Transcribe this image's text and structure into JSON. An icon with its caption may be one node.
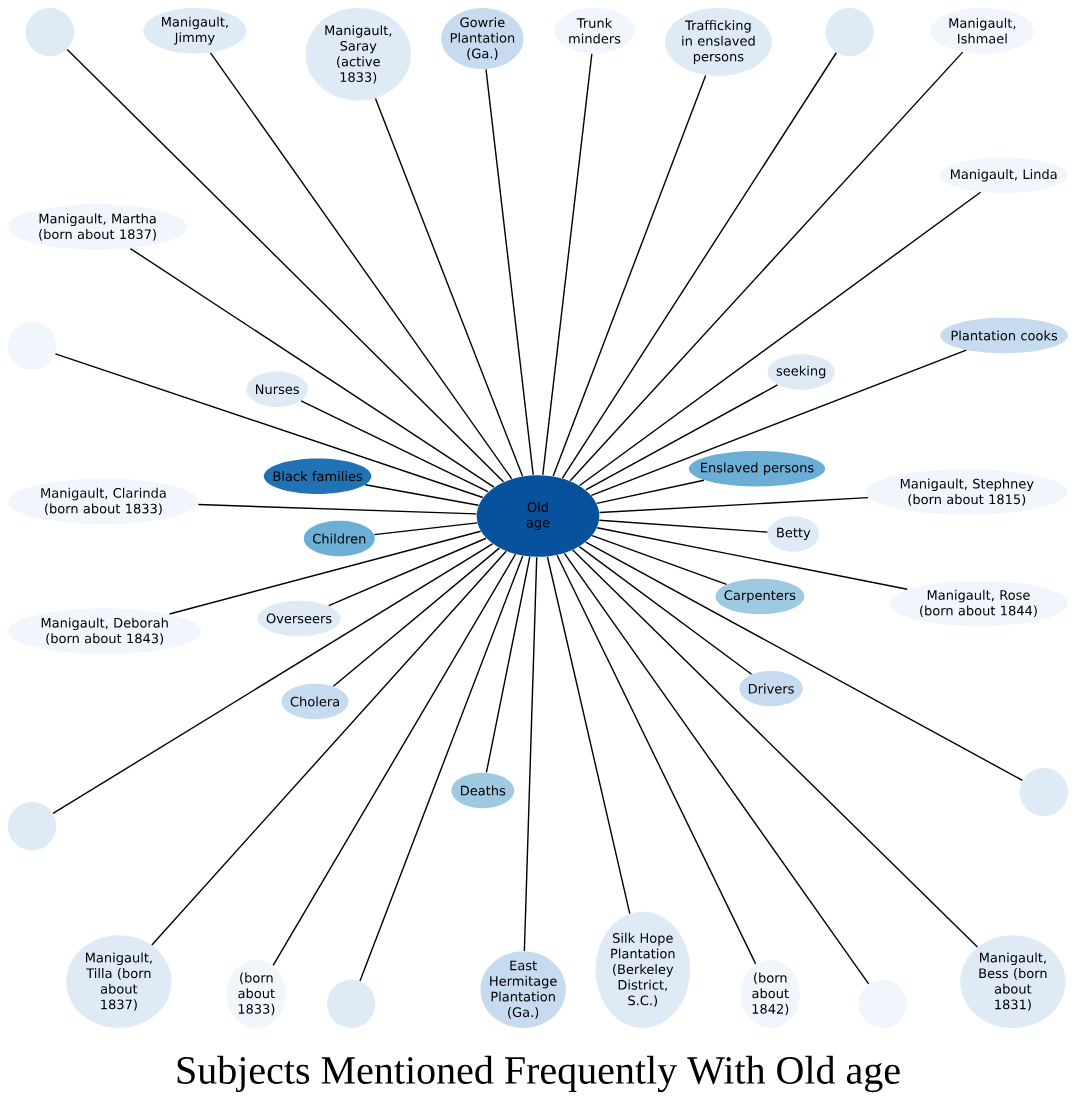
{
  "diagram": {
    "title": "Subjects Mentioned Frequently With Old age",
    "nodes": [
      {
        "text": [
          "Old age"
        ]
      },
      {
        "text": [
          "Black families"
        ]
      },
      {
        "text": [
          "Enslaved persons"
        ]
      },
      {
        "text": [
          "Children"
        ]
      },
      {
        "text": [
          "Carpenters"
        ]
      },
      {
        "text": [
          "Deaths"
        ]
      },
      {
        "text": [
          "Gowrie Plantation (Ga.)"
        ]
      },
      {
        "text": [
          "Plantation cooks"
        ]
      },
      {
        "text": [
          "Nurses"
        ]
      },
      {
        "text": [
          "Cholera"
        ]
      },
      {
        "text": [
          "Drivers"
        ]
      },
      {
        "text": [
          "East Hermitage Plantation (Ga.)"
        ]
      },
      {
        "text": [
          "Silk Hope Plantation (Berkeley District, S.C.)"
        ]
      },
      {
        "text": [
          "Trunk minders"
        ]
      },
      {
        "text": [
          "Trafficking in enslaved persons"
        ]
      },
      {
        "text": [
          "Manigault, Saray (active 1833)"
        ]
      },
      {
        "text": [
          "Manigault, Jimmy"
        ]
      },
      {
        "text": [],
        "shape": "circle"
      },
      {
        "text": [
          "Manigault, Martha (born about 1837)"
        ]
      },
      {
        "text": [],
        "shape": "circle"
      },
      {
        "text": [
          "Manigault, Clarinda (born about 1833)"
        ]
      },
      {
        "text": [
          "Overseers"
        ]
      },
      {
        "text": [
          "Manigault, Deborah (born about 1843)"
        ]
      },
      {
        "text": [],
        "shape": "circle"
      },
      {
        "text": [
          "Manigault, Tilla (born about 1837)"
        ]
      },
      {
        "text": [
          "(born about 1833)"
        ]
      },
      {
        "text": [],
        "shape": "circle"
      },
      {
        "text": [
          "(born about 1842)"
        ]
      },
      {
        "text": [],
        "shape": "circle"
      },
      {
        "text": [
          "Manigault, Bess (born about 1831)"
        ]
      },
      {
        "text": [],
        "shape": "circle"
      },
      {
        "text": [
          "Manigault, Rose (born about 1844)"
        ]
      },
      {
        "text": [
          "Betty"
        ]
      },
      {
        "text": [
          "seeking"
        ]
      },
      {
        "text": [
          "Manigault, Stephney (born about 1815)"
        ]
      },
      {
        "text": [
          "Manigault, Linda"
        ]
      },
      {
        "text": [
          "Manigault, Ishmael"
        ]
      },
      {
        "text": [],
        "shape": "circle"
      }
    ],
    "edges": [
      {
        "from": 0,
        "to": 1,
        "arrow": "none"
      },
      {
        "from": 0,
        "to": 2,
        "arrow": "none"
      },
      {
        "from": 0,
        "to": 3,
        "arrow": "none"
      },
      {
        "from": 0,
        "to": 4,
        "arrow": "none"
      },
      {
        "from": 0,
        "to": 5,
        "arrow": "none"
      },
      {
        "from": 0,
        "to": 6,
        "arrow": "none"
      },
      {
        "from": 0,
        "to": 7,
        "arrow": "none"
      },
      {
        "from": 0,
        "to": 8,
        "arrow": "none"
      },
      {
        "from": 0,
        "to": 9,
        "arrow": "none"
      },
      {
        "from": 0,
        "to": 10,
        "arrow": "none"
      },
      {
        "from": 0,
        "to": 11,
        "arrow": "none"
      },
      {
        "from": 0,
        "to": 12,
        "arrow": "none"
      },
      {
        "from": 0,
        "to": 13,
        "arrow": "none"
      },
      {
        "from": 0,
        "to": 14,
        "arrow": "none"
      },
      {
        "from": 0,
        "to": 15,
        "arrow": "none"
      },
      {
        "from": 0,
        "to": 16,
        "arrow": "none"
      },
      {
        "from": 0,
        "to": 17,
        "arrow": "none"
      },
      {
        "from": 0,
        "to": 18,
        "arrow": "none"
      },
      {
        "from": 0,
        "to": 19,
        "arrow": "none"
      },
      {
        "from": 0,
        "to": 20,
        "arrow": "none"
      },
      {
        "from": 0,
        "to": 21,
        "arrow": "none"
      },
      {
        "from": 0,
        "to": 22,
        "arrow": "none"
      },
      {
        "from": 0,
        "to": 23,
        "arrow": "none"
      },
      {
        "from": 0,
        "to": 24,
        "arrow": "none"
      },
      {
        "from": 0,
        "to": 25,
        "arrow": "none"
      },
      {
        "from": 0,
        "to": 26,
        "arrow": "none"
      },
      {
        "from": 0,
        "to": 27,
        "arrow": "none"
      },
      {
        "from": 0,
        "to": 28,
        "arrow": "none"
      },
      {
        "from": 0,
        "to": 29,
        "arrow": "none"
      },
      {
        "from": 0,
        "to": 30,
        "arrow": "none"
      },
      {
        "from": 0,
        "to": 31,
        "arrow": "none"
      },
      {
        "from": 0,
        "to": 32,
        "arrow": "none"
      },
      {
        "from": 0,
        "to": 33,
        "arrow": "none"
      },
      {
        "from": 0,
        "to": 34,
        "arrow": "none"
      },
      {
        "from": 0,
        "to": 35,
        "arrow": "none"
      },
      {
        "from": 0,
        "to": 36,
        "arrow": "none"
      },
      {
        "from": 0,
        "to": 37,
        "arrow": "none"
      }
    ]
  }
}
